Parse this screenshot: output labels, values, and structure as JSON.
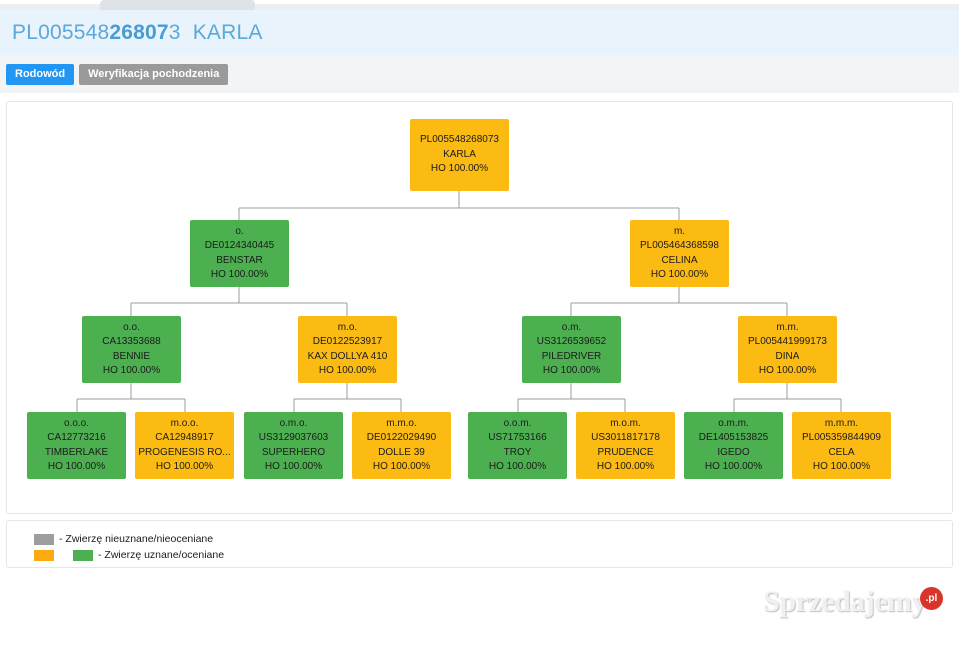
{
  "header": {
    "title_prefix": "PL005548",
    "title_bold": "26807",
    "title_suffix": "3  KARLA"
  },
  "tabs": [
    {
      "label": "Rodowód",
      "state": "active"
    },
    {
      "label": "Weryfikacja pochodzenia",
      "state": "inactive"
    }
  ],
  "colors": {
    "green": "#4caf50",
    "orange": "#fbbb12",
    "gray": "#9e9e9e",
    "accent_blue": "#2196f3",
    "title_blue": "#5ba8dd"
  },
  "pedigree": {
    "root": {
      "rel": "",
      "id": "PL005548268073",
      "name": "KARLA",
      "breed": "HO 100.00%",
      "color": "orange"
    },
    "gen1": [
      {
        "rel": "o.",
        "id": "DE0124340445",
        "name": "BENSTAR",
        "breed": "HO 100.00%",
        "color": "green"
      },
      {
        "rel": "m.",
        "id": "PL005464368598",
        "name": "CELINA",
        "breed": "HO 100.00%",
        "color": "orange"
      }
    ],
    "gen2": [
      {
        "rel": "o.o.",
        "id": "CA13353688",
        "name": "BENNIE",
        "breed": "HO 100.00%",
        "color": "green"
      },
      {
        "rel": "m.o.",
        "id": "DE0122523917",
        "name": "KAX DOLLYA 410",
        "breed": "HO 100.00%",
        "color": "orange"
      },
      {
        "rel": "o.m.",
        "id": "US3126539652",
        "name": "PILEDRIVER",
        "breed": "HO 100.00%",
        "color": "green"
      },
      {
        "rel": "m.m.",
        "id": "PL005441999173",
        "name": "DINA",
        "breed": "HO 100.00%",
        "color": "orange"
      }
    ],
    "gen3": [
      {
        "rel": "o.o.o.",
        "id": "CA12773216",
        "name": "TIMBERLAKE",
        "breed": "HO 100.00%",
        "color": "green"
      },
      {
        "rel": "m.o.o.",
        "id": "CA12948917",
        "name": "PROGENESIS RO...",
        "breed": "HO 100.00%",
        "color": "orange"
      },
      {
        "rel": "o.m.o.",
        "id": "US3129037603",
        "name": "SUPERHERO",
        "breed": "HO 100.00%",
        "color": "green"
      },
      {
        "rel": "m.m.o.",
        "id": "DE0122029490",
        "name": "DOLLE 39",
        "breed": "HO 100.00%",
        "color": "orange"
      },
      {
        "rel": "o.o.m.",
        "id": "US71753166",
        "name": "TROY",
        "breed": "HO 100.00%",
        "color": "green"
      },
      {
        "rel": "m.o.m.",
        "id": "US3011817178",
        "name": "PRUDENCE",
        "breed": "HO 100.00%",
        "color": "orange"
      },
      {
        "rel": "o.m.m.",
        "id": "DE1405153825",
        "name": "IGEDO",
        "breed": "HO 100.00%",
        "color": "green"
      },
      {
        "rel": "m.m.m.",
        "id": "PL005359844909",
        "name": "CELA",
        "breed": "HO 100.00%",
        "color": "orange"
      }
    ]
  },
  "legend": {
    "row1": "- Zwierzę nieuznane/nieoceniane",
    "row2": "- Zwierzę uznane/oceniane"
  },
  "watermark": {
    "text": "Sprzedajemy",
    "badge": ".pl"
  }
}
